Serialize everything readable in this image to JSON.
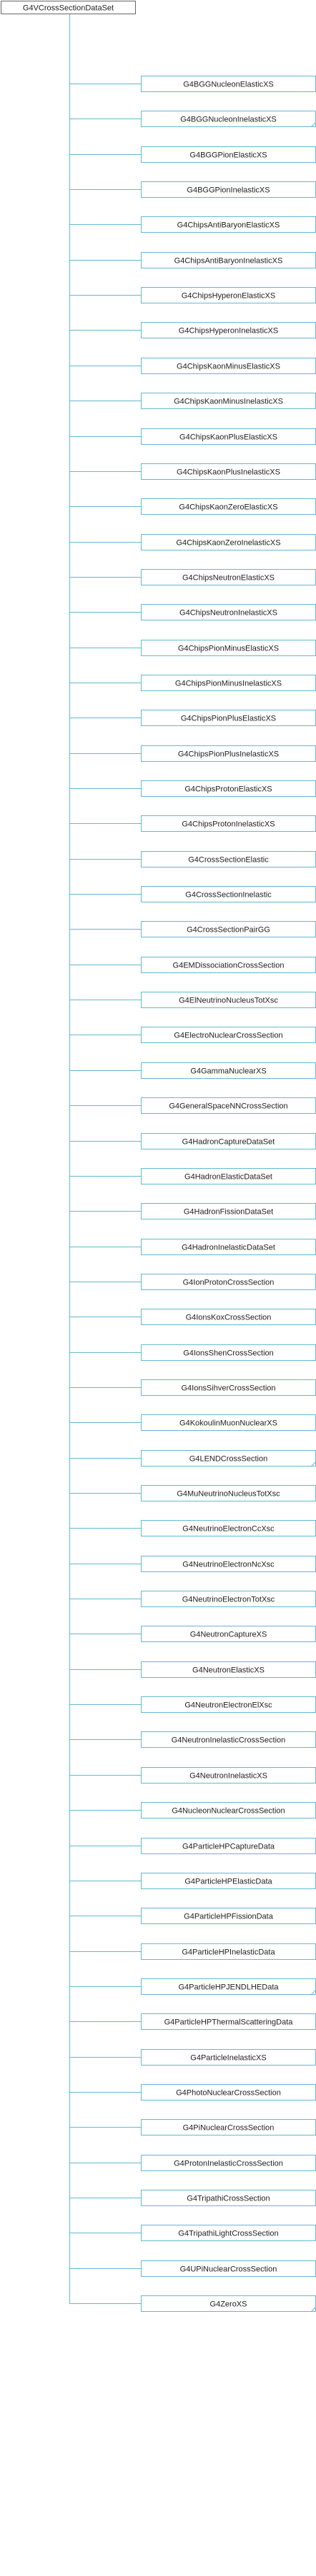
{
  "diagram": {
    "root": "G4VCrossSectionDataSet",
    "children": [
      "G4BGGNucleonElasticXS",
      "G4BGGNucleonInelasticXS",
      "G4BGGPionElasticXS",
      "G4BGGPionInelasticXS",
      "G4ChipsAntiBaryonElasticXS",
      "G4ChipsAntiBaryonInelasticXS",
      "G4ChipsHyperonElasticXS",
      "G4ChipsHyperonInelasticXS",
      "G4ChipsKaonMinusElasticXS",
      "G4ChipsKaonMinusInelasticXS",
      "G4ChipsKaonPlusElasticXS",
      "G4ChipsKaonPlusInelasticXS",
      "G4ChipsKaonZeroElasticXS",
      "G4ChipsKaonZeroInelasticXS",
      "G4ChipsNeutronElasticXS",
      "G4ChipsNeutronInelasticXS",
      "G4ChipsPionMinusElasticXS",
      "G4ChipsPionMinusInelasticXS",
      "G4ChipsPionPlusElasticXS",
      "G4ChipsPionPlusInelasticXS",
      "G4ChipsProtonElasticXS",
      "G4ChipsProtonInelasticXS",
      "G4CrossSectionElastic",
      "G4CrossSectionInelastic",
      "G4CrossSectionPairGG",
      "G4EMDissociationCrossSection",
      "G4ElNeutrinoNucleusTotXsc",
      "G4ElectroNuclearCrossSection",
      "G4GammaNuclearXS",
      "G4GeneralSpaceNNCrossSection",
      "G4HadronCaptureDataSet",
      "G4HadronElasticDataSet",
      "G4HadronFissionDataSet",
      "G4HadronInelasticDataSet",
      "G4IonProtonCrossSection",
      "G4IonsKoxCrossSection",
      "G4IonsShenCrossSection",
      "G4IonsSihverCrossSection",
      "G4KokoulinMuonNuclearXS",
      "G4LENDCrossSection",
      "G4MuNeutrinoNucleusTotXsc",
      "G4NeutrinoElectronCcXsc",
      "G4NeutrinoElectronNcXsc",
      "G4NeutrinoElectronTotXsc",
      "G4NeutronCaptureXS",
      "G4NeutronElasticXS",
      "G4NeutronElectronElXsc",
      "G4NeutronInelasticCrossSection",
      "G4NeutronInelasticXS",
      "G4NucleonNuclearCrossSection",
      "G4ParticleHPCaptureData",
      "G4ParticleHPElasticData",
      "G4ParticleHPFissionData",
      "G4ParticleHPInelasticData",
      "G4ParticleHPJENDLHEData",
      "G4ParticleHPThermalScatteringData",
      "G4ParticleInelasticXS",
      "G4PhotoNuclearCrossSection",
      "G4PiNuclearCrossSection",
      "G4ProtonInelasticCrossSection",
      "G4TripathiCrossSection",
      "G4TripathiLightCrossSection",
      "G4UPiNuclearCrossSection",
      "G4ZeroXS"
    ],
    "folded_corner": [
      "G4BGGNucleonInelasticXS",
      "G4LENDCrossSection",
      "G4ParticleHPJENDLHEData",
      "G4ZeroXS"
    ]
  }
}
